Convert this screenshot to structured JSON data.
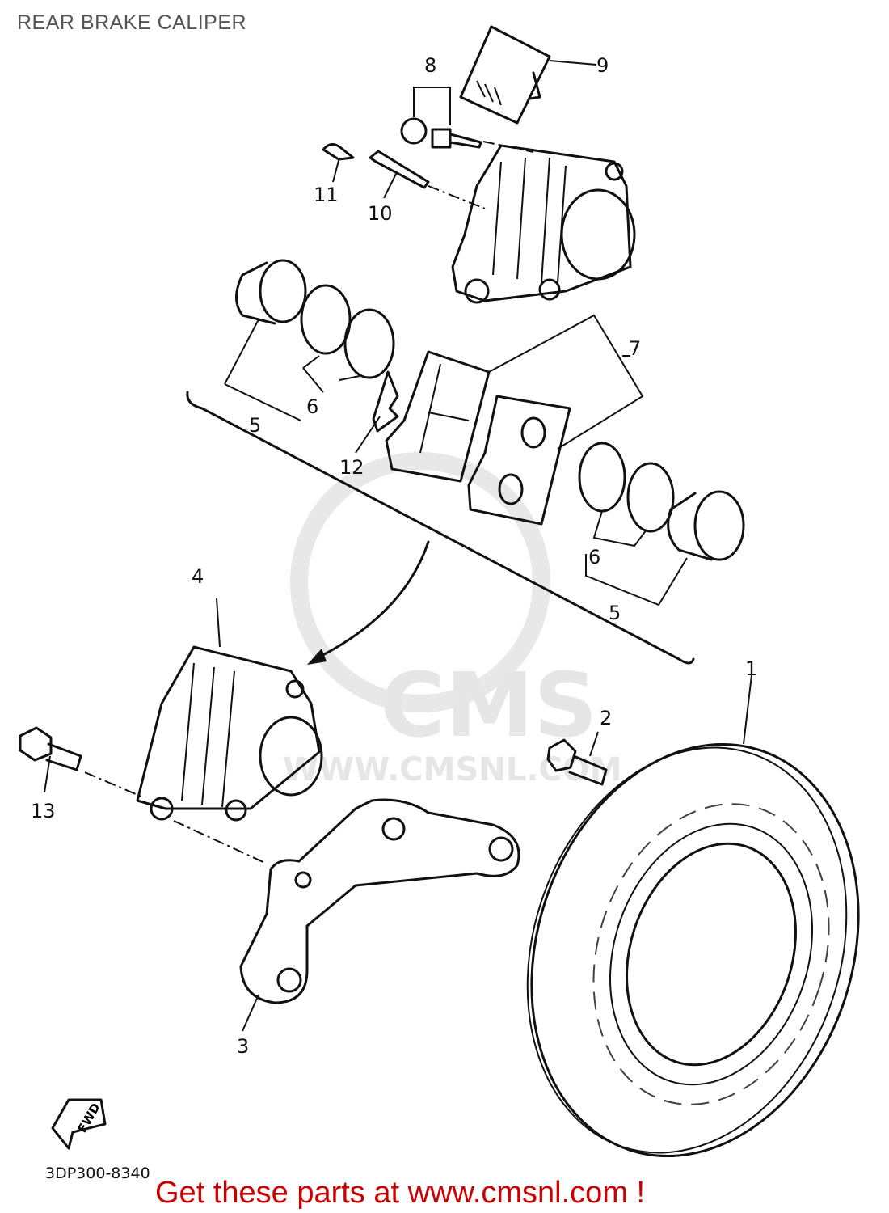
{
  "title": "REAR BRAKE CALIPER",
  "watermark": {
    "logo": "CMS",
    "url": "WWW.CMSNL.COM"
  },
  "callouts": [
    "1",
    "2",
    "3",
    "4",
    "5",
    "5",
    "6",
    "6",
    "7",
    "8",
    "9",
    "10",
    "11",
    "12",
    "13"
  ],
  "fwd_label": "FWD",
  "part_code": "3DP300-8340",
  "footer": "Get these parts at www.cmsnl.com !",
  "colors": {
    "footer": "#cc0000",
    "title": "#555555",
    "watermark": "#e6e6e6"
  }
}
